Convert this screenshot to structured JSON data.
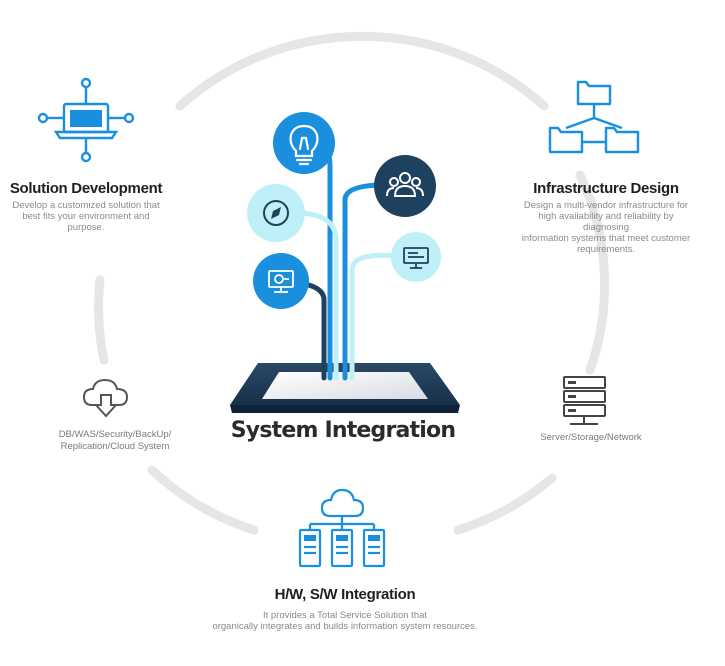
{
  "center": {
    "title": "System Integration"
  },
  "solution": {
    "title": "Solution Development",
    "desc": [
      "Develop a customized solution that",
      "best fits your environment and",
      "purpose."
    ]
  },
  "infrastructure": {
    "title": "Infrastructure Design",
    "desc": [
      "Design a multi-vendor infrastructure for",
      "high availability and reliability by diagnosing",
      "information systems that meet customer",
      "requirements."
    ]
  },
  "integration": {
    "title": "H/W, S/W Integration",
    "desc": [
      "It provides a Total Service Solution that",
      "organically integrates and builds information system resources."
    ]
  },
  "db": {
    "lines": [
      "DB/WAS/Security/BackUp/",
      "Replication/Cloud System"
    ]
  },
  "server": {
    "label": "Server/Storage/Network"
  },
  "colors": {
    "primary": "#1a8fde",
    "navy": "#1e4160",
    "light": "#bff0f8",
    "ring": "#e6e6e6"
  }
}
